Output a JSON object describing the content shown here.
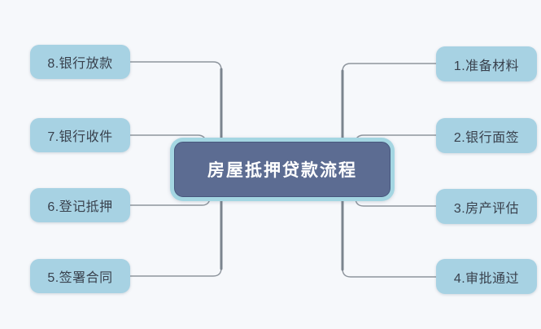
{
  "diagram": {
    "type": "mindmap-flowchart",
    "center": {
      "title": "房屋抵押贷款流程"
    },
    "left_nodes": [
      {
        "label": "8.银行放款"
      },
      {
        "label": "7.银行收件"
      },
      {
        "label": "6.登记抵押"
      },
      {
        "label": "5.签署合同"
      }
    ],
    "right_nodes": [
      {
        "label": "1.准备材料"
      },
      {
        "label": "2.银行面签"
      },
      {
        "label": "3.房产评估"
      },
      {
        "label": "4.审批通过"
      }
    ],
    "colors": {
      "background": "#f6f8fb",
      "node_fill": "#a7d2e3",
      "node_text": "#39414d",
      "center_fill": "#5c6c92",
      "center_ring": "#a4d6e2",
      "center_text": "#ffffff",
      "connector": "#8e959d"
    }
  }
}
